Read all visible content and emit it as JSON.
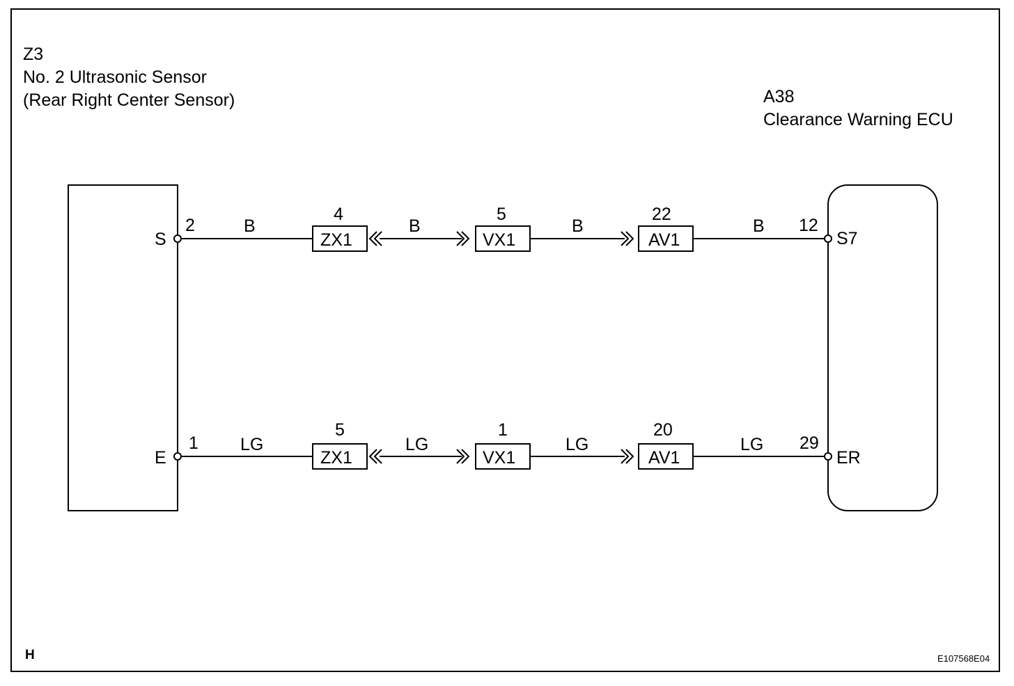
{
  "left_component": {
    "code": "Z3",
    "name": "No. 2 Ultrasonic Sensor",
    "subname": "(Rear Right Center Sensor)"
  },
  "right_component": {
    "code": "A38",
    "name": "Clearance Warning ECU"
  },
  "circuits": [
    {
      "left_terminal": "S",
      "left_pin": "2",
      "right_terminal": "S7",
      "right_pin": "12",
      "wire_colors": [
        "B",
        "B",
        "B",
        "B"
      ],
      "connectors": [
        {
          "name": "ZX1",
          "pin": "4"
        },
        {
          "name": "VX1",
          "pin": "5"
        },
        {
          "name": "AV1",
          "pin": "22"
        }
      ]
    },
    {
      "left_terminal": "E",
      "left_pin": "1",
      "right_terminal": "ER",
      "right_pin": "29",
      "wire_colors": [
        "LG",
        "LG",
        "LG",
        "LG"
      ],
      "connectors": [
        {
          "name": "ZX1",
          "pin": "5"
        },
        {
          "name": "VX1",
          "pin": "1"
        },
        {
          "name": "AV1",
          "pin": "20"
        }
      ]
    }
  ],
  "footer": {
    "corner_mark": "H",
    "figure_id": "E107568E04"
  }
}
